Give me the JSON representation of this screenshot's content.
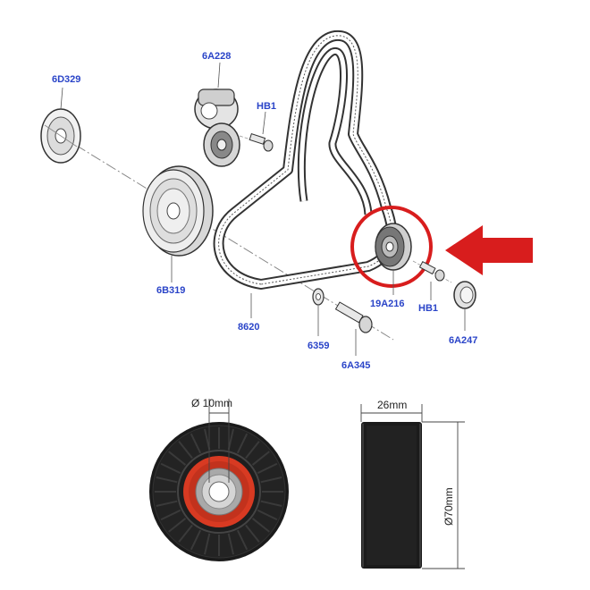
{
  "diagram": {
    "callouts": {
      "part_6d329": "6D329",
      "part_6a228": "6A228",
      "part_hb1_top": "HB1",
      "part_6b319": "6B319",
      "part_8620": "8620",
      "part_19a216": "19A216",
      "part_hb1_right": "HB1",
      "part_6a247": "6A247",
      "part_6359": "6359",
      "part_6a345": "6A345"
    },
    "dimensions": {
      "bore": "Ø 10mm",
      "width": "26mm",
      "diameter": "Ø70mm"
    },
    "colors": {
      "callout_text": "#2a44c8",
      "highlight": "#d81d1d",
      "bearing_red": "#d83a22",
      "pulley_black": "#1b1b1b"
    }
  }
}
